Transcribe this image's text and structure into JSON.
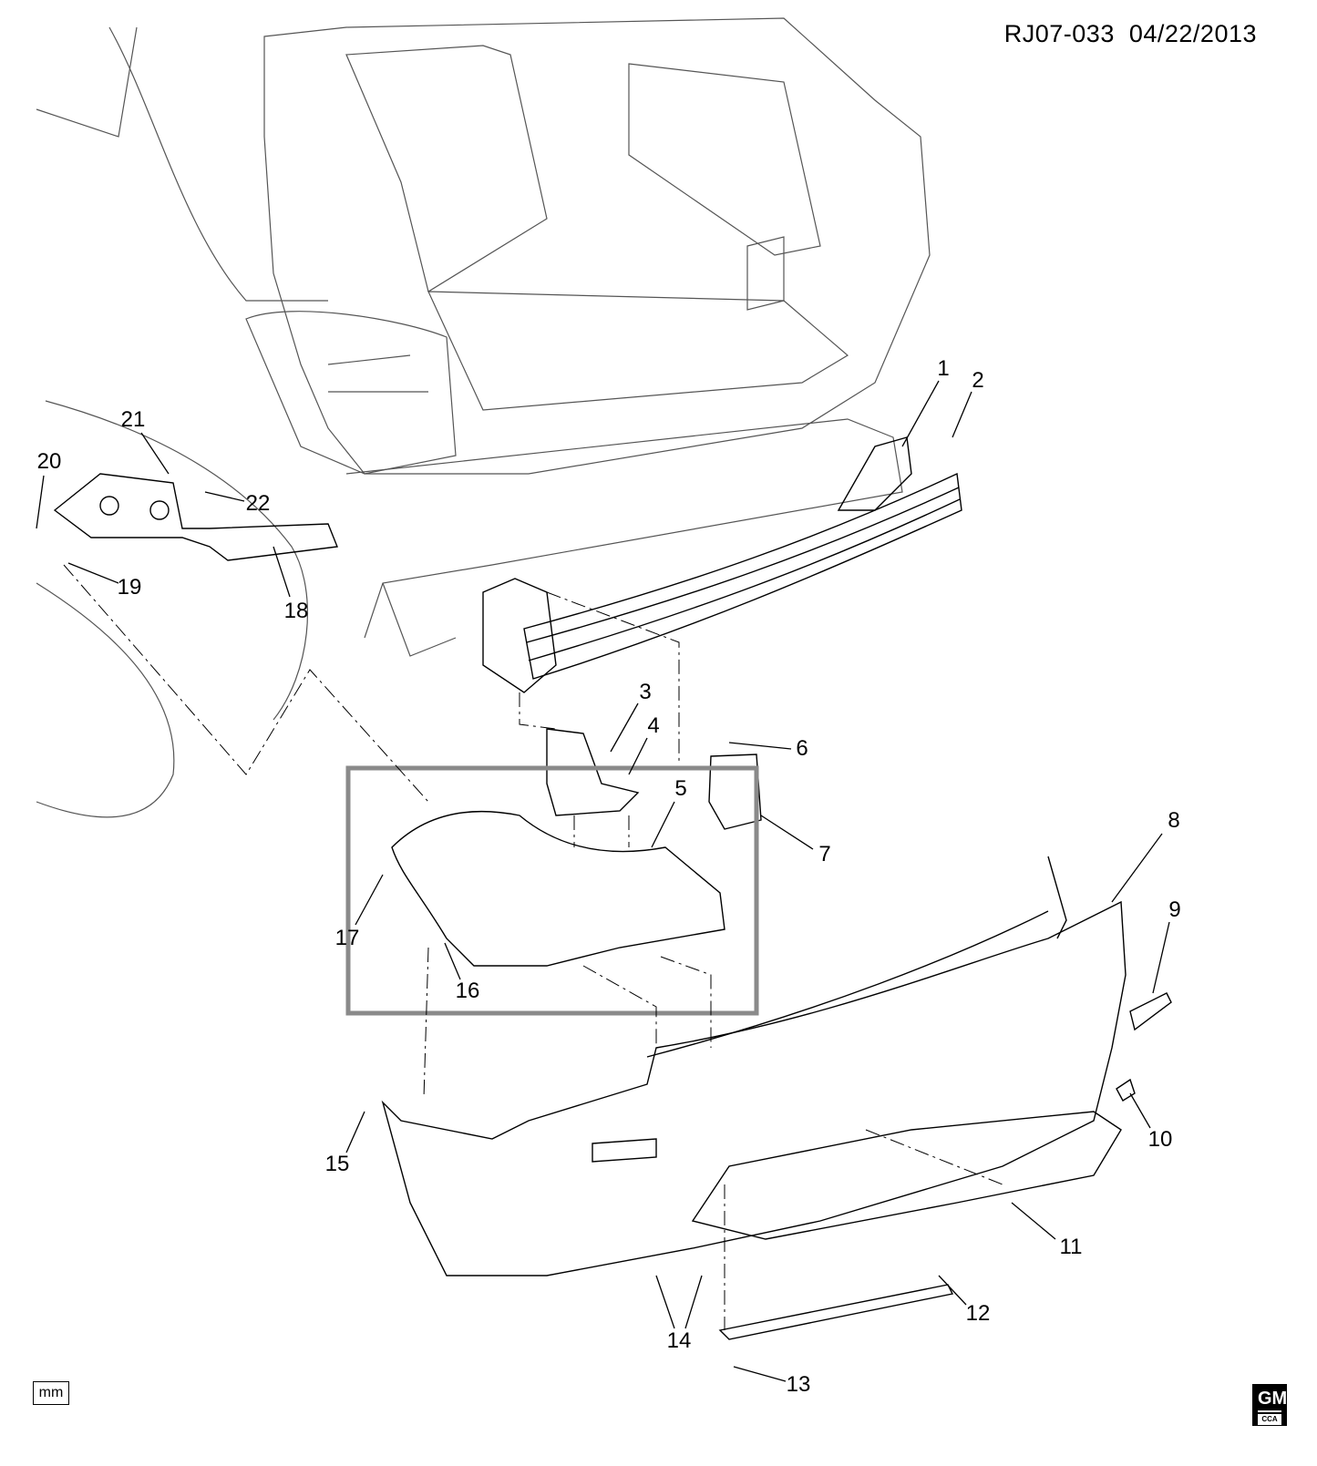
{
  "header": {
    "diagram_code": "RJ07-033",
    "date": "04/22/2013"
  },
  "units_badge": "mm",
  "logo": {
    "text": "GM",
    "subtext": "CCA"
  },
  "highlight_color": "#8a8a8a",
  "callouts": [
    "1",
    "2",
    "3",
    "4",
    "5",
    "6",
    "7",
    "8",
    "9",
    "10",
    "11",
    "12",
    "13",
    "14",
    "15",
    "16",
    "17",
    "18",
    "19",
    "20",
    "21",
    "22"
  ]
}
